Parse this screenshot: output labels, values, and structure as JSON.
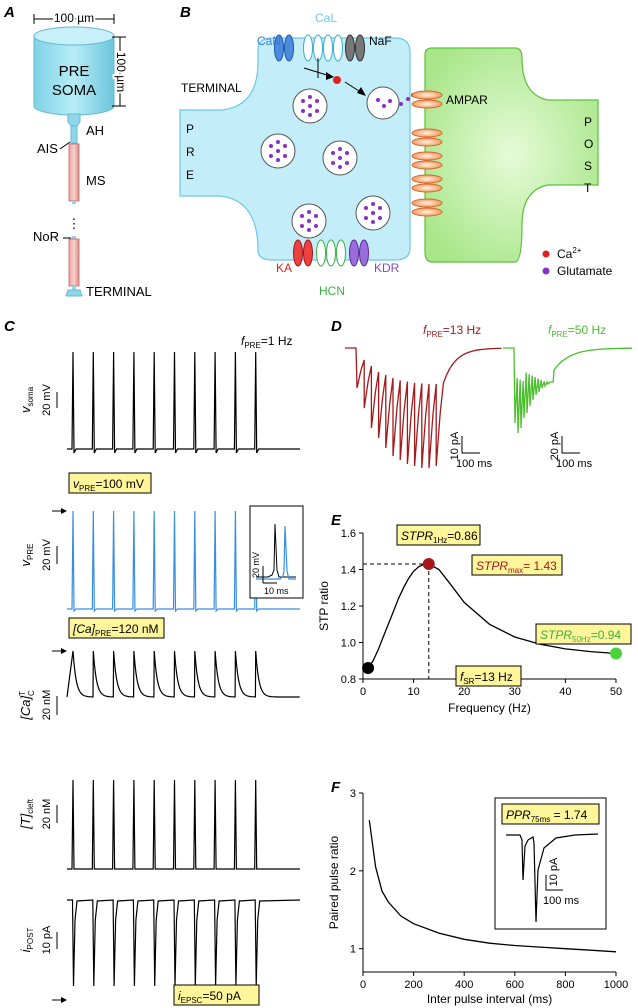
{
  "panels": {
    "A": {
      "letter": "A",
      "width_dim": "100 µm",
      "height_dim": "100 µm",
      "soma_line1": "PRE",
      "soma_line2": "SOMA",
      "ah": "AH",
      "ais": "AIS",
      "ms": "MS",
      "nor": "NoR",
      "dots": "⋮",
      "terminal": "TERMINAL"
    },
    "B": {
      "letter": "B",
      "terminal_label": "TERMINAL",
      "pre_letters": [
        "P",
        "R",
        "E"
      ],
      "post_letters": [
        "P",
        "O",
        "S",
        "T"
      ],
      "ampar": "AMPAR",
      "channels_top": [
        "CaN",
        "CaL",
        "NaF"
      ],
      "channels_bottom": [
        "KA",
        "HCN",
        "KDR"
      ],
      "legend_ca": "Ca",
      "legend_ca_sup": "2+",
      "legend_glut": "Glutamate",
      "colors": {
        "can": "#3a7bd5",
        "cal": "#6cc8e8",
        "naf": "#555555",
        "ka": "#d62828",
        "hcn": "#3cb043",
        "kdr": "#7b4bc4",
        "ca": "#e02020",
        "glut": "#8b2fc9",
        "pre_fill": "#c3eef9",
        "post_fill": "#b6ec9a"
      }
    },
    "C": {
      "letter": "C",
      "f_label": "f",
      "f_sub": "PRE",
      "f_value": "=1 Hz",
      "vsoma_ylabel": "v",
      "vsoma_sub": "soma",
      "vsoma_scale": "20 mV",
      "vpre_box": "v",
      "vpre_box_sub": "PRE",
      "vpre_box_val": "=100 mV",
      "vpre_ylabel": "v",
      "vpre_sub": "PRE",
      "vpre_scale": "20 mV",
      "inset_scale_v": "20 mV",
      "inset_scale_t": "10 ms",
      "ca_box": "[Ca]",
      "ca_box_sub": "PRE",
      "ca_box_val": "=120 nM",
      "ca_ylabel": "[Ca]",
      "ca_ylabel_sup": "T",
      "ca_ylabel_sub": "C",
      "ca_scale": "20 nM",
      "t_ylabel": "[T]",
      "t_ylabel_sub": "cleft",
      "t_scale": "20 nM",
      "i_ylabel": "i",
      "i_sub": "POST",
      "i_scale": "10 pA",
      "iepsc_box": "i",
      "iepsc_box_sub": "EPSC",
      "iepsc_box_val": "=50 pA"
    },
    "D": {
      "letter": "D",
      "f13": "f",
      "f13_sub": "PRE",
      "f13_val": "=13 Hz",
      "f50": "f",
      "f50_sub": "PRE",
      "f50_val": "=50 Hz",
      "scale13_y": "10 pA",
      "scale13_x": "100 ms",
      "scale50_y": "20 pA",
      "scale50_x": "100 ms",
      "colors": {
        "f13": "#a3191c",
        "f50": "#4cbf2e"
      }
    },
    "E": {
      "letter": "E",
      "box_1hz": "STPR",
      "box_1hz_sub": "1Hz",
      "box_1hz_val": "=0.86",
      "box_max": "STPR",
      "box_max_sub": "max",
      "box_max_val": "= 1.43",
      "box_50hz": "STPR",
      "box_50hz_sub": "50Hz",
      "box_50hz_val": "=0.94",
      "box_fsr": "f",
      "box_fsr_sub": "SR",
      "box_fsr_val": "=13 Hz",
      "colors": {
        "box": "#fff59a",
        "max_dot": "#a3191c",
        "end_dot": "#4cd23a",
        "start_dot": "#000000",
        "box50_text": "#3cb043",
        "boxmax_text": "#a3191c"
      }
    },
    "F": {
      "letter": "F",
      "inset_label": "PPR",
      "inset_label_sub": "75ms",
      "inset_label_val": " = 1.74",
      "inset_scale_y": "10 pA",
      "inset_scale_x": "100 ms"
    }
  },
  "chart_data": [
    {
      "type": "line",
      "id": "E",
      "xlabel": "Frequency (Hz)",
      "ylabel": "STP ratio",
      "xlim": [
        0,
        50
      ],
      "ylim": [
        0.8,
        1.6
      ],
      "xticks": [
        0,
        10,
        20,
        30,
        40,
        50
      ],
      "yticks": [
        0.8,
        1.0,
        1.2,
        1.4,
        1.6
      ],
      "x": [
        1,
        2,
        3,
        4,
        5,
        6,
        7,
        8,
        9,
        10,
        11,
        12,
        13,
        15,
        17,
        20,
        25,
        30,
        35,
        40,
        45,
        50
      ],
      "y": [
        0.86,
        0.9,
        0.96,
        1.03,
        1.1,
        1.17,
        1.24,
        1.3,
        1.35,
        1.39,
        1.415,
        1.428,
        1.43,
        1.4,
        1.33,
        1.22,
        1.1,
        1.03,
        0.99,
        0.965,
        0.95,
        0.94
      ],
      "markers": [
        {
          "x": 1,
          "y": 0.86
        },
        {
          "x": 13,
          "y": 1.43
        },
        {
          "x": 50,
          "y": 0.94
        }
      ]
    },
    {
      "type": "line",
      "id": "F",
      "xlabel": "Inter pulse interval (ms)",
      "ylabel": "Paired pulse ratio",
      "xlim": [
        0,
        1000
      ],
      "ylim": [
        0.7,
        3
      ],
      "xticks": [
        0,
        200,
        400,
        600,
        800,
        1000
      ],
      "yticks": [
        1,
        2,
        3
      ],
      "x": [
        25,
        50,
        75,
        100,
        150,
        200,
        300,
        400,
        500,
        600,
        700,
        800,
        900,
        1000
      ],
      "y": [
        2.65,
        2.05,
        1.74,
        1.6,
        1.42,
        1.32,
        1.2,
        1.12,
        1.07,
        1.04,
        1.02,
        1.0,
        0.98,
        0.96
      ]
    }
  ]
}
